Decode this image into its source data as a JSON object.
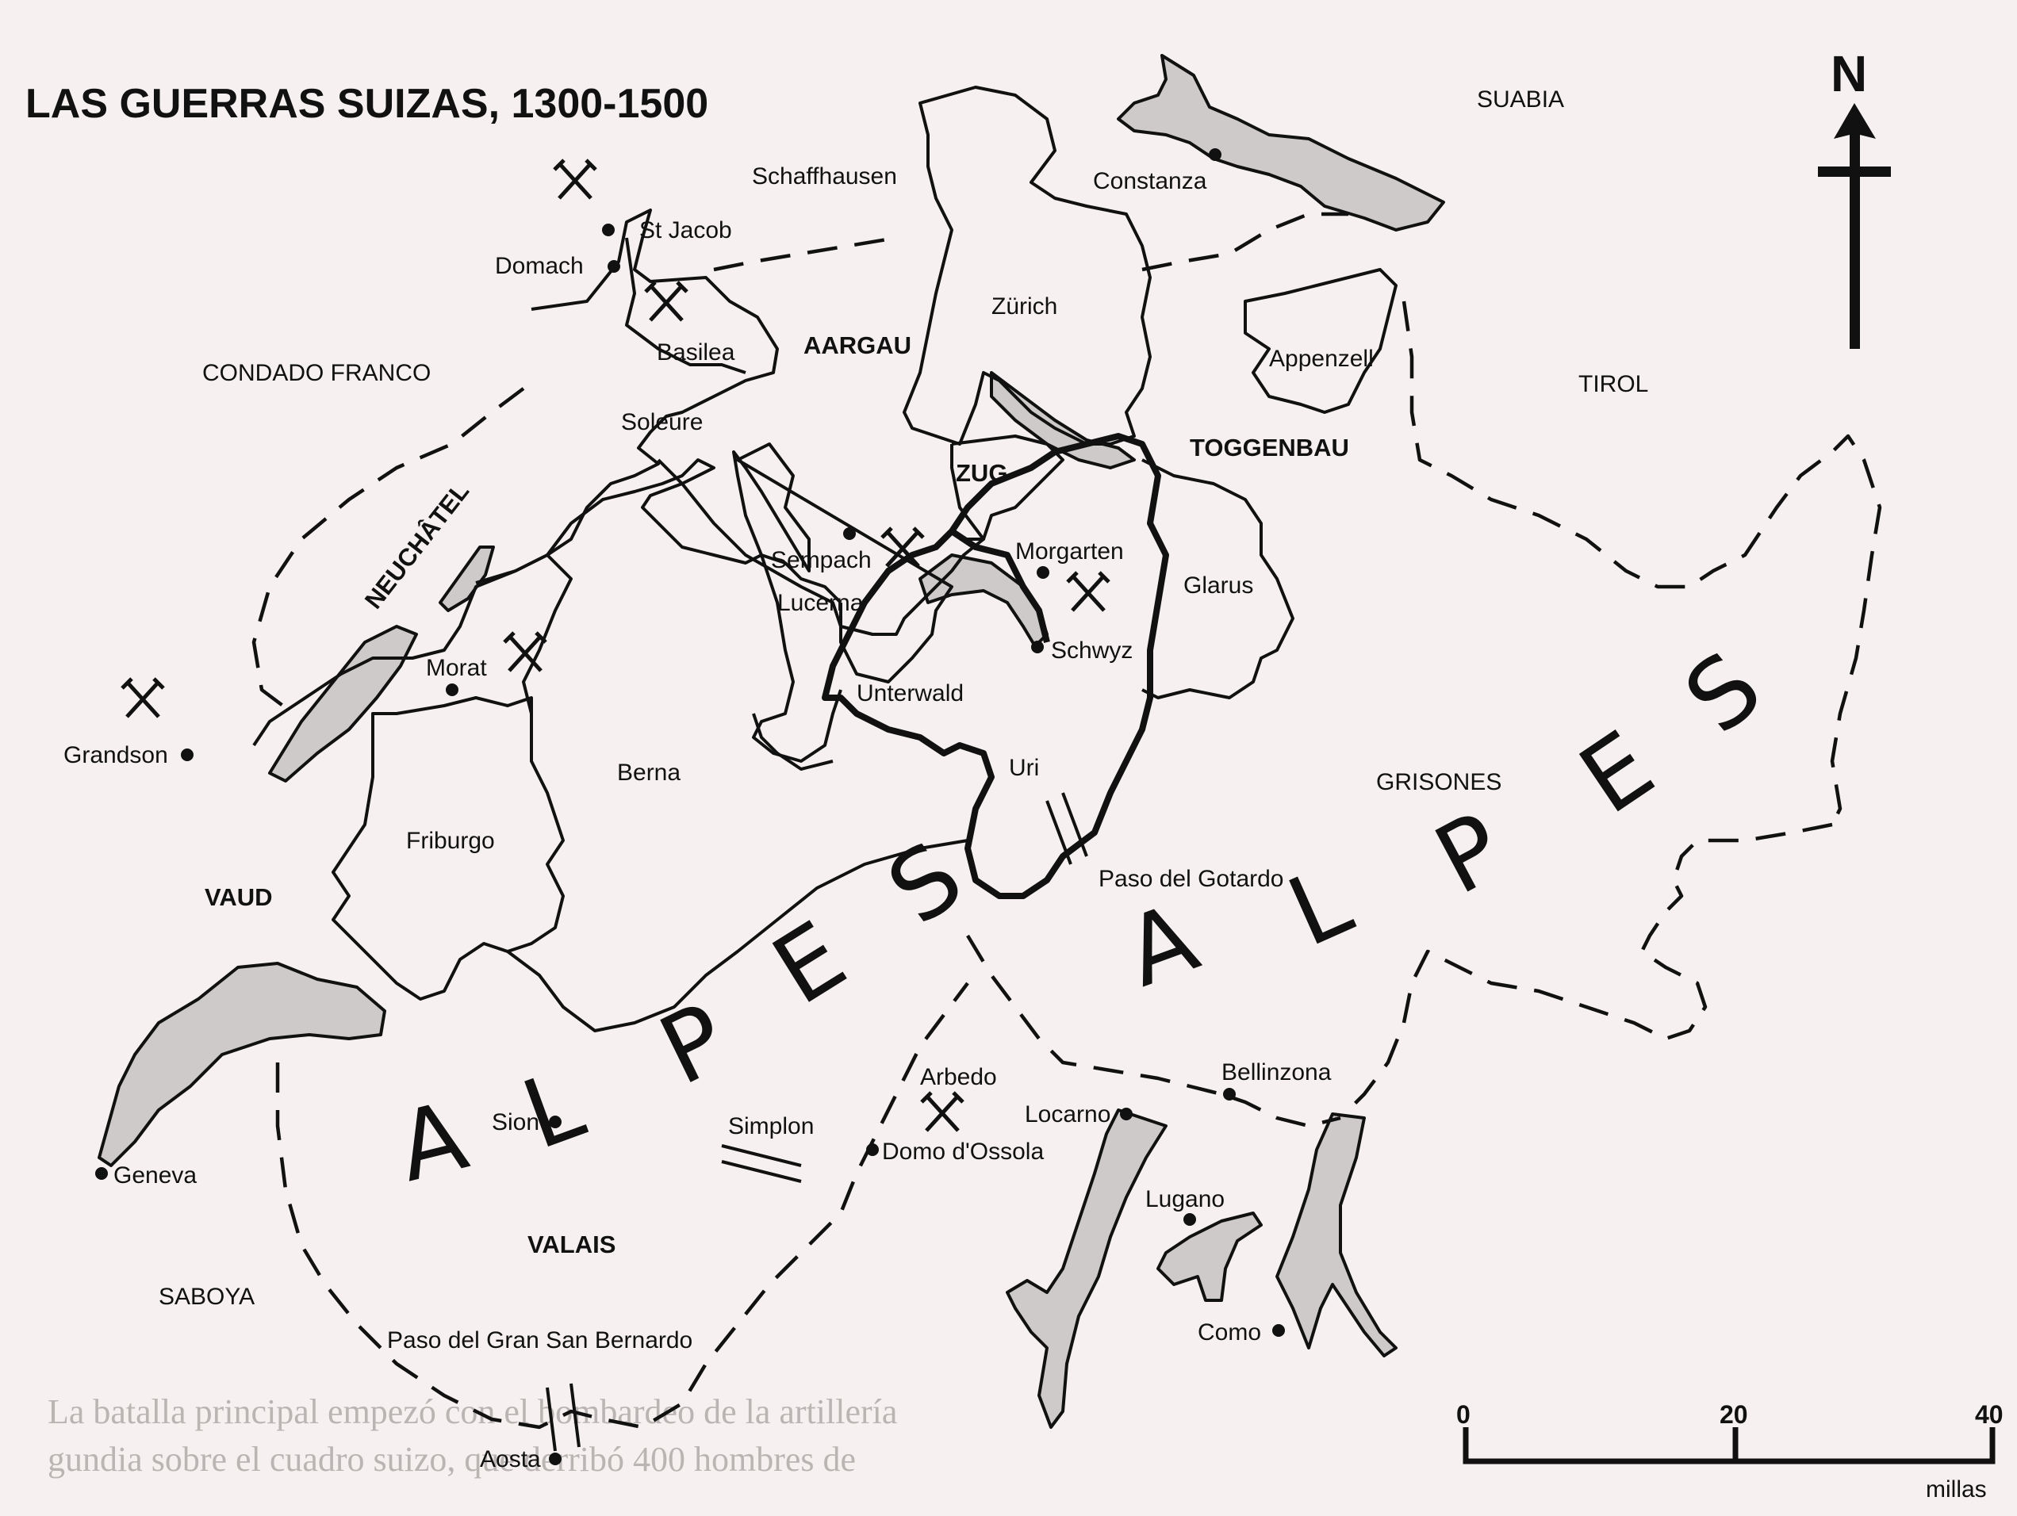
{
  "title": "LAS GUERRAS SUIZAS, 1300-1500",
  "compass": {
    "letter": "N"
  },
  "scale": {
    "ticks": [
      "0",
      "20",
      "40"
    ],
    "unit": "millas"
  },
  "alps_letters": {
    "west": [
      "A",
      "L",
      "P",
      "E",
      "S"
    ],
    "east": [
      "A",
      "L",
      "P",
      "E",
      "S"
    ]
  },
  "regions": {
    "suabia": "SUABIA",
    "tirol": "TIROL",
    "condado_franco": "CONDADO FRANCO",
    "aargau": "AARGAU",
    "toggenbau": "TOGGENBAU",
    "zug": "ZUG",
    "neuchatel": "NEUCHÂTEL",
    "vaud": "VAUD",
    "grisones": "GRISONES",
    "valais": "VALAIS",
    "saboya": "SABOYA"
  },
  "places": {
    "schaffhausen": "Schaffhausen",
    "constanza": "Constanza",
    "st_jacob": "St Jacob",
    "domach": "Domach",
    "zurich": "Zürich",
    "basilea": "Basilea",
    "appenzell": "Appenzell",
    "soleure": "Soleure",
    "sempach": "Sempach",
    "morgarten": "Morgarten",
    "glarus": "Glarus",
    "lucerna": "Lucerna",
    "schwyz": "Schwyz",
    "morat": "Morat",
    "unterwald": "Unterwald",
    "grandson": "Grandson",
    "berna": "Berna",
    "uri": "Uri",
    "friburgo": "Friburgo",
    "paso_gotardo": "Paso del Gotardo",
    "arbedo": "Arbedo",
    "bellinzona": "Bellinzona",
    "sion": "Sion",
    "simplon": "Simplon",
    "locarno": "Locarno",
    "domo_dossola": "Domo d'Ossola",
    "geneva": "Geneva",
    "lugano": "Lugano",
    "paso_gran_san_bernardo": "Paso del Gran San Bernardo",
    "como": "Como",
    "aosta": "Aosta"
  },
  "bleed_through": {
    "line1": "La batalla principal empezó con el bombardeo de la artillería",
    "line2": "gundia sobre el cuadro suizo, que derribó 400 hombres de"
  }
}
